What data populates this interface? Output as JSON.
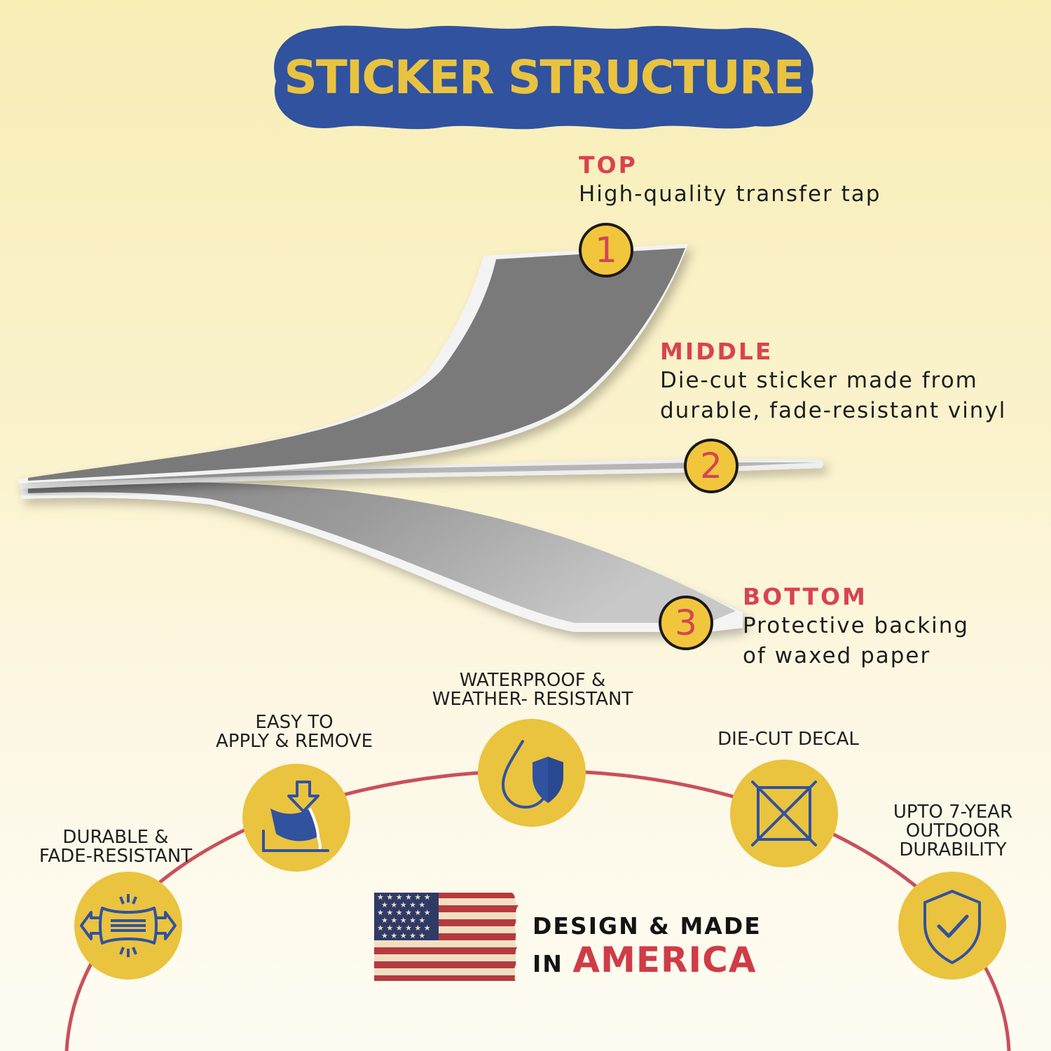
{
  "title": "STICKER STRUCTURE",
  "colors": {
    "accent_red": "#d94350",
    "badge_blue": "#30529f",
    "badge_yellow": "#e9c340",
    "arc_red": "#c9505b",
    "circle_yellow": "#eac33f"
  },
  "layers": [
    {
      "number": "1",
      "heading": "TOP",
      "line1": "High-quality transfer tap",
      "line2": ""
    },
    {
      "number": "2",
      "heading": "MIDDLE",
      "line1": "Die-cut sticker made from",
      "line2": "durable, fade-resistant vinyl"
    },
    {
      "number": "3",
      "heading": "BOTTOM",
      "line1": "Protective backing",
      "line2": "of waxed paper"
    }
  ],
  "features": [
    {
      "line1": "DURABLE &",
      "line2": "FADE-RESISTANT",
      "line3": "",
      "icon": "stretch-icon"
    },
    {
      "line1": "EASY TO",
      "line2": "APPLY & REMOVE",
      "line3": "",
      "icon": "apply-remove-icon"
    },
    {
      "line1": "WATERPROOF &",
      "line2": "WEATHER- RESISTANT",
      "line3": "",
      "icon": "water-shield-icon"
    },
    {
      "line1": "DIE-CUT DECAL",
      "line2": "",
      "line3": "",
      "icon": "die-cut-icon"
    },
    {
      "line1": "UPTO 7-YEAR",
      "line2": "OUTDOOR",
      "line3": "DURABILITY",
      "icon": "shield-check-icon"
    }
  ],
  "made_in": {
    "line1": "DESIGN & MADE",
    "prefix": "IN",
    "country": "AMERICA",
    "icon": "us-flag-icon"
  }
}
